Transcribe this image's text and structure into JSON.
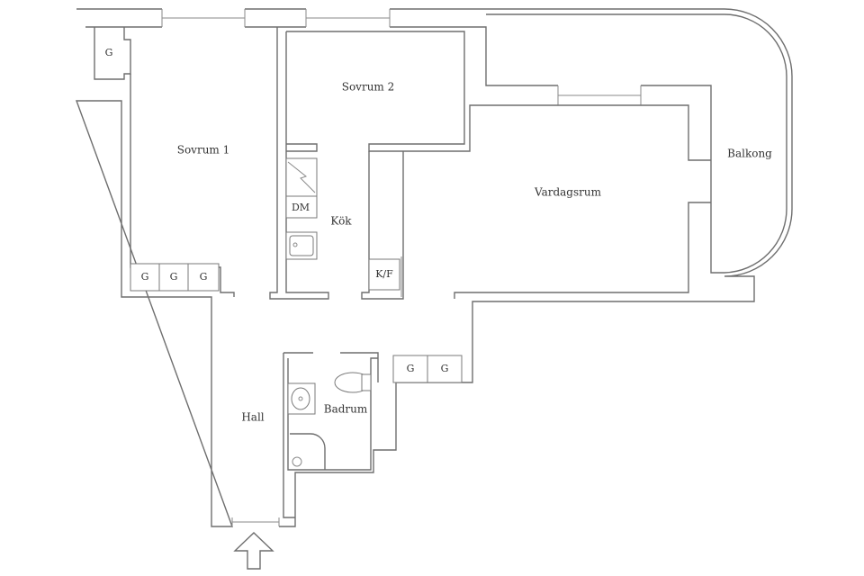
{
  "rooms": {
    "sovrum1": "Sovrum 1",
    "sovrum2": "Sovrum 2",
    "kok": "Kök",
    "vardagsrum": "Vardagsrum",
    "balkong": "Balkong",
    "hall": "Hall",
    "badrum": "Badrum"
  },
  "fixtures": {
    "dishwasher": "DM",
    "fridge_freezer": "K/F",
    "wardrobe": "G"
  },
  "colors": {
    "wall": "#6e6e6e",
    "text": "#333333",
    "background": "#ffffff"
  },
  "icons": {
    "entrance": "entrance-arrow-icon",
    "stove": "stove-icon",
    "sink": "kitchen-sink-icon",
    "toilet": "toilet-icon",
    "washbasin": "washbasin-icon",
    "shower": "shower-icon"
  }
}
